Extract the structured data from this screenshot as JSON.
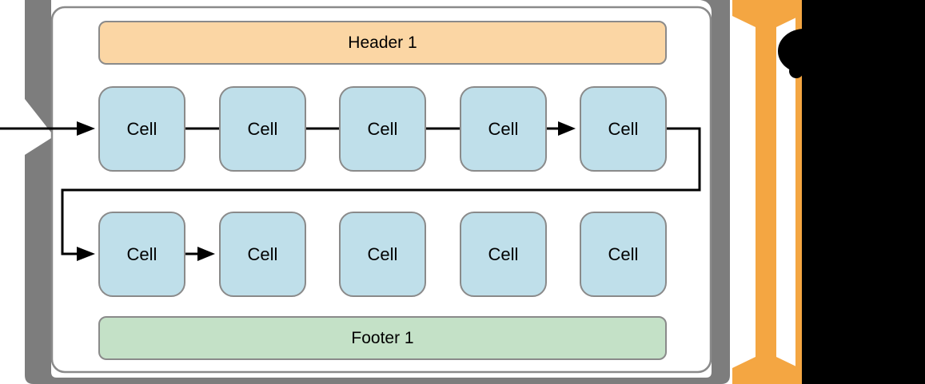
{
  "header": {
    "label": "Header 1"
  },
  "footer": {
    "label": "Footer 1"
  },
  "rows": [
    {
      "cells": [
        {
          "label": "Cell"
        },
        {
          "label": "Cell"
        },
        {
          "label": "Cell"
        },
        {
          "label": "Cell"
        },
        {
          "label": "Cell"
        }
      ]
    },
    {
      "cells": [
        {
          "label": "Cell"
        },
        {
          "label": "Cell"
        },
        {
          "label": "Cell"
        },
        {
          "label": "Cell"
        },
        {
          "label": "Cell"
        }
      ]
    }
  ],
  "icons": {
    "entry_arrow": "black right-pointing flow arrow",
    "cell_connector_arrow": "black right-pointing arrowhead between cells",
    "row_wrap_connector": "black wrap-around arrow from row 1 end to row 2 start",
    "vertical_scroll_arrow": "orange vertical double-headed arrow"
  },
  "colors": {
    "frame_gray": "#7D7D7D",
    "border_gray": "#8A8A8A",
    "cell_fill": "#BFDFEA",
    "header_fill": "#FBD6A4",
    "footer_fill": "#C4E1C7",
    "arrow_orange": "#F4A642",
    "line_black": "#000000",
    "crop_black": "#000000",
    "text_black": "#000000"
  }
}
